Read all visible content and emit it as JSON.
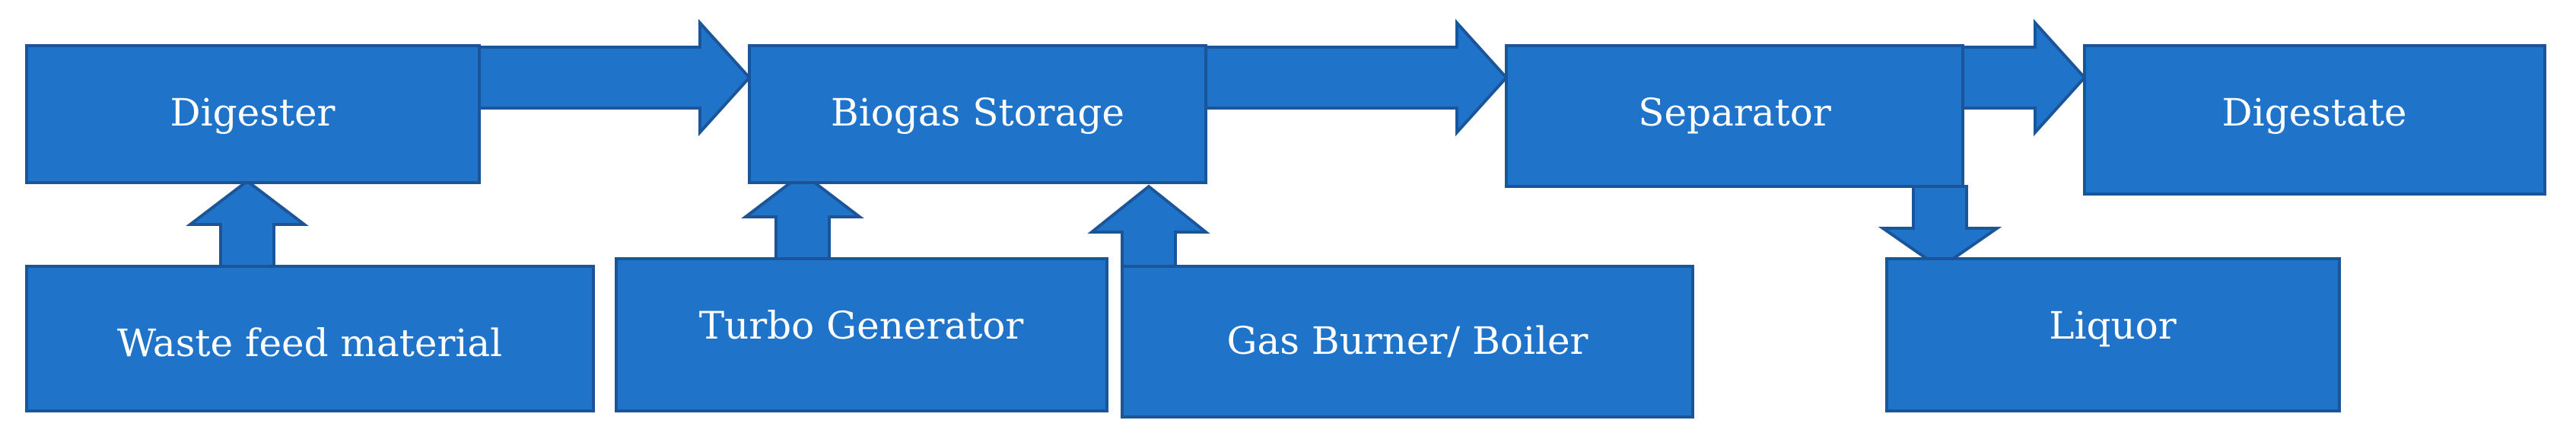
{
  "diagram": {
    "colors": {
      "box_fill": "#1f73c9",
      "box_border": "#1b5599",
      "text": "#ffffff"
    },
    "nodes": {
      "digester": "Digester",
      "biogas_storage": "Biogas Storage",
      "separator": "Separator",
      "digestate": "Digestate",
      "waste_feed": "Waste feed material",
      "turbo_generator": "Turbo Generator",
      "gas_burner": "Gas Burner/ Boiler",
      "liquor": "Liquor"
    },
    "edges": [
      {
        "from": "digester",
        "to": "biogas_storage"
      },
      {
        "from": "biogas_storage",
        "to": "separator"
      },
      {
        "from": "separator",
        "to": "digestate"
      },
      {
        "from": "waste_feed",
        "to": "digester"
      },
      {
        "from": "turbo_generator",
        "to": "biogas_storage"
      },
      {
        "from": "gas_burner",
        "to": "biogas_storage"
      },
      {
        "from": "separator",
        "to": "liquor"
      }
    ]
  }
}
